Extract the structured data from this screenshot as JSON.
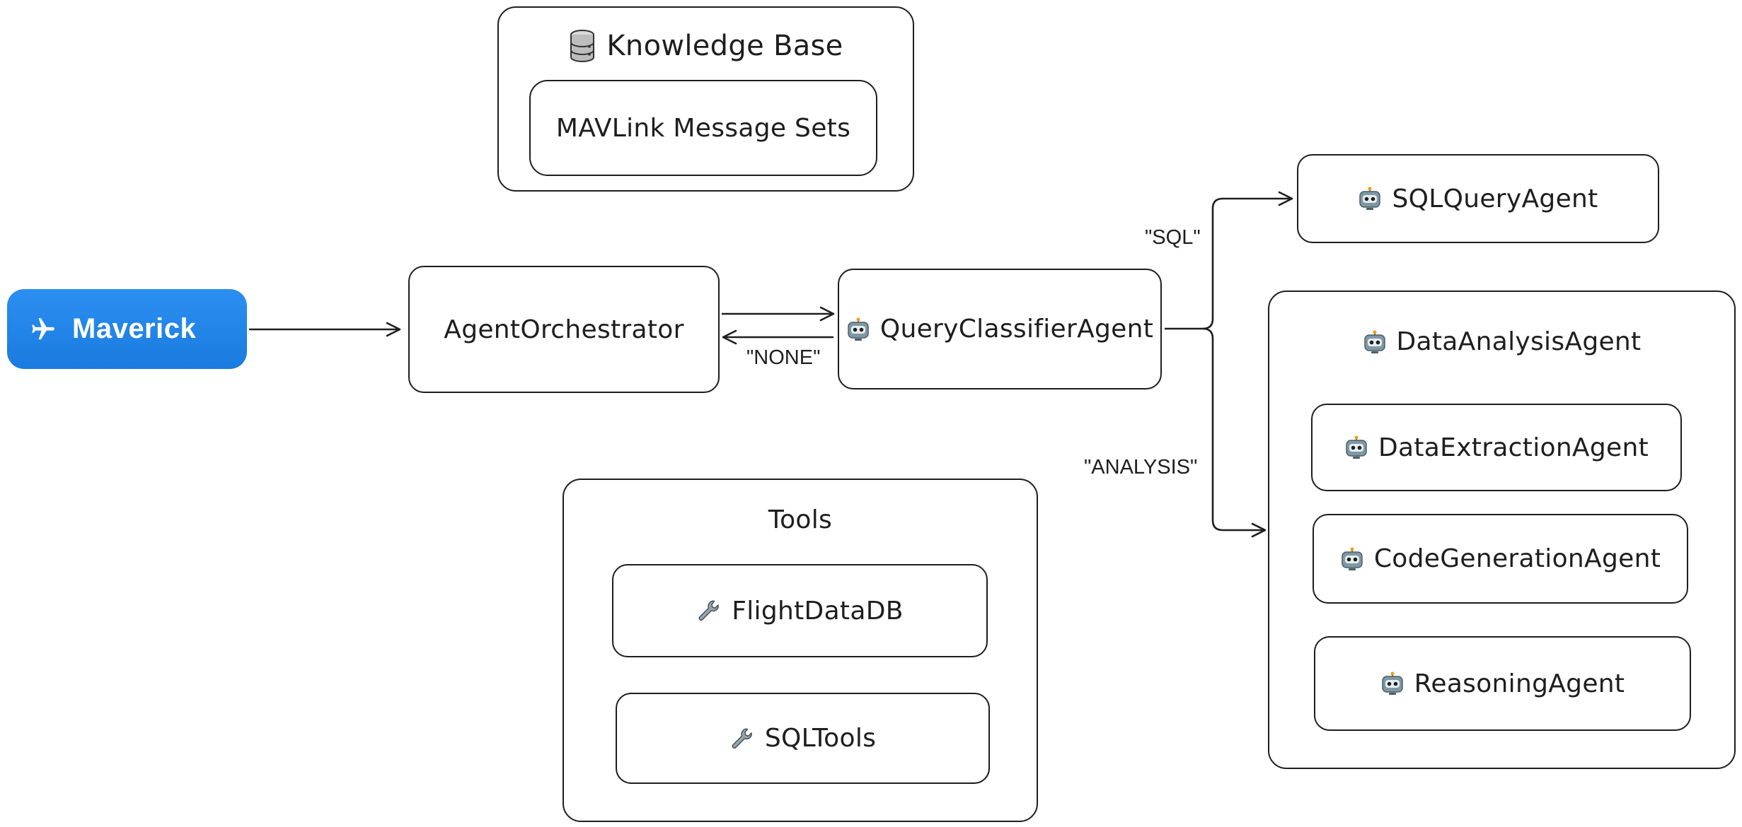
{
  "colors": {
    "maverick_bg": "#1f86ec",
    "stroke": "#1e1e1e",
    "robot_body": "#6e8894",
    "robot_eye": "#1e1e1e"
  },
  "maverick": {
    "label": "Maverick",
    "icon": "airplane-icon"
  },
  "knowledge_base": {
    "title": "Knowledge Base",
    "icon": "database-icon",
    "items": [
      "MAVLink Message Sets"
    ]
  },
  "orchestrator": {
    "label": "AgentOrchestrator"
  },
  "classifier": {
    "label": "QueryClassifierAgent",
    "icon": "robot-icon"
  },
  "sql_agent": {
    "label": "SQLQueryAgent",
    "icon": "robot-icon"
  },
  "analysis": {
    "title": "DataAnalysisAgent",
    "icon": "robot-icon",
    "items": [
      "DataExtractionAgent",
      "CodeGenerationAgent",
      "ReasoningAgent"
    ]
  },
  "tools": {
    "title": "Tools",
    "items": [
      {
        "label": "FlightDataDB",
        "icon": "wrench-icon"
      },
      {
        "label": "SQLTools",
        "icon": "wrench-icon"
      }
    ]
  },
  "edges": {
    "none_label": "\"NONE\"",
    "sql_label": "\"SQL\"",
    "analysis_label": "\"ANALYSIS\""
  }
}
